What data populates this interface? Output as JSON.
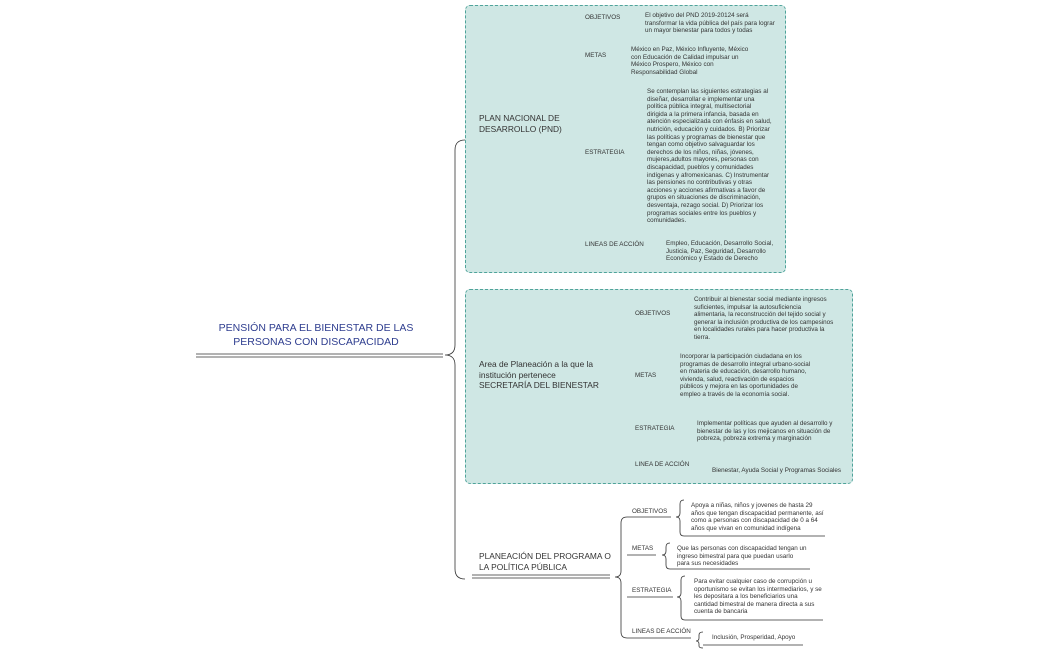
{
  "root": {
    "title_line1": "PENSIÓN PARA EL BIENESTAR DE LAS",
    "title_line2": "PERSONAS CON DISCAPACIDAD"
  },
  "pnd": {
    "title_line1": "PLAN NACIONAL DE",
    "title_line2": "DESARROLLO (PND)",
    "objetivos_label": "OBJETIVOS",
    "objetivos_text": "El objetivo del PND 2019-20124 será transformar la vida pública del país para lograr un mayor bienestar para todos y todas",
    "metas_label": "METAS",
    "metas_text": "México en Paz, México Influyente, México con Educación de Calidad impulsar un México Prospero, México con Responsabilidad Global",
    "estrategia_label": "ESTRATEGIA",
    "estrategia_text": "Se contemplan las siguientes estrategias al diseñar, desarrollar e implementar una política pública integral, multisectorial dirigida a la primera infancia, basada en atención especializada con énfasis en salud, nutrición, educación y cuidados. B) Priorizar las políticas y programas de bienestar que tengan como objetivo salvaguardar los derechos de los niños, niñas, jóvenes, mujeres,adultos mayores, personas con discapacidad, pueblos y comunidades indígenas y afromexicanas. C) Instrumentar las pensiones no contributivas y otras acciones y acciones afirmativas a favor de grupos en situaciones de discriminación, desventaja, rezago social. D) Priorizar los programas sociales entre los pueblos y comunidades.",
    "lineas_label": "LINEAS DE ACCIÓN",
    "lineas_text": "Empleo, Educación, Desarrollo Social, Justicia, Paz, Seguridad, Desarrollo Económico y Estado de Derecho"
  },
  "area": {
    "title_line1": "Area de Planeación a la que la",
    "title_line2": "institución pertenece",
    "title_line3": "SECRETARÍA DEL BIENESTAR",
    "objetivos_label": "OBJETIVOS",
    "objetivos_text": "Contribuir al bienestar social mediante ingresos suficientes, impulsar la autosuficiencia alimentaria, la reconstrucción del tejido social y generar la inclusión productiva de los campesinos en localidades rurales para hacer productiva la tierra.",
    "metas_label": "METAS",
    "metas_text": "Incorporar la participación ciudadana en los programas de desarrollo integral urbano-social en materia de educación, desarrollo humano, vivienda, salud, reactivación de espacios públicos y mejora en las oportunidades de empleo a través de la economía social.",
    "estrategia_label": "ESTRATEGIA",
    "estrategia_text": "Implementar políticas que ayuden al desarrollo y bienestar de las y los mejicanos en situación  de pobreza, pobreza extrema y marginación",
    "lineas_label": "LINEA DE ACCIÓN",
    "lineas_text": "Bienestar, Ayuda Social y Programas Sociales"
  },
  "planeacion": {
    "title_line1": "PLANEACIÓN DEL PROGRAMA O",
    "title_line2": "LA POLÍTICA PÚBLICA",
    "objetivos_label": "OBJETIVOS",
    "objetivos_text": "Apoya a niñas, niños y jovenes de hasta 29 años que tengan discapacidad permanente, así como a personas con discapacidad de 0 a 64 años que vivan en comunidad indígena",
    "metas_label": "METAS",
    "metas_text": "Que las personas con discapacidad tengan un ingreso bimestral para que puedan usarlo para sus necesidades",
    "estrategia_label": "ESTRATEGIA",
    "estrategia_text": "Para evitar cualquier caso de corrupción u oportunismo se evitan los intermediarios, y se les depositara a los beneficiarios una cantidad bimestral de manera directa a sus cuenta de bancaria",
    "lineas_label": "LINEAS DE ACCIÓN",
    "lineas_text": "Inclusión, Prosperidad, Apoyo"
  },
  "colors": {
    "group_fill": "#cfe7e4",
    "group_border": "#4fa39a",
    "line": "#333333",
    "root_text": "#2e3d8f"
  }
}
